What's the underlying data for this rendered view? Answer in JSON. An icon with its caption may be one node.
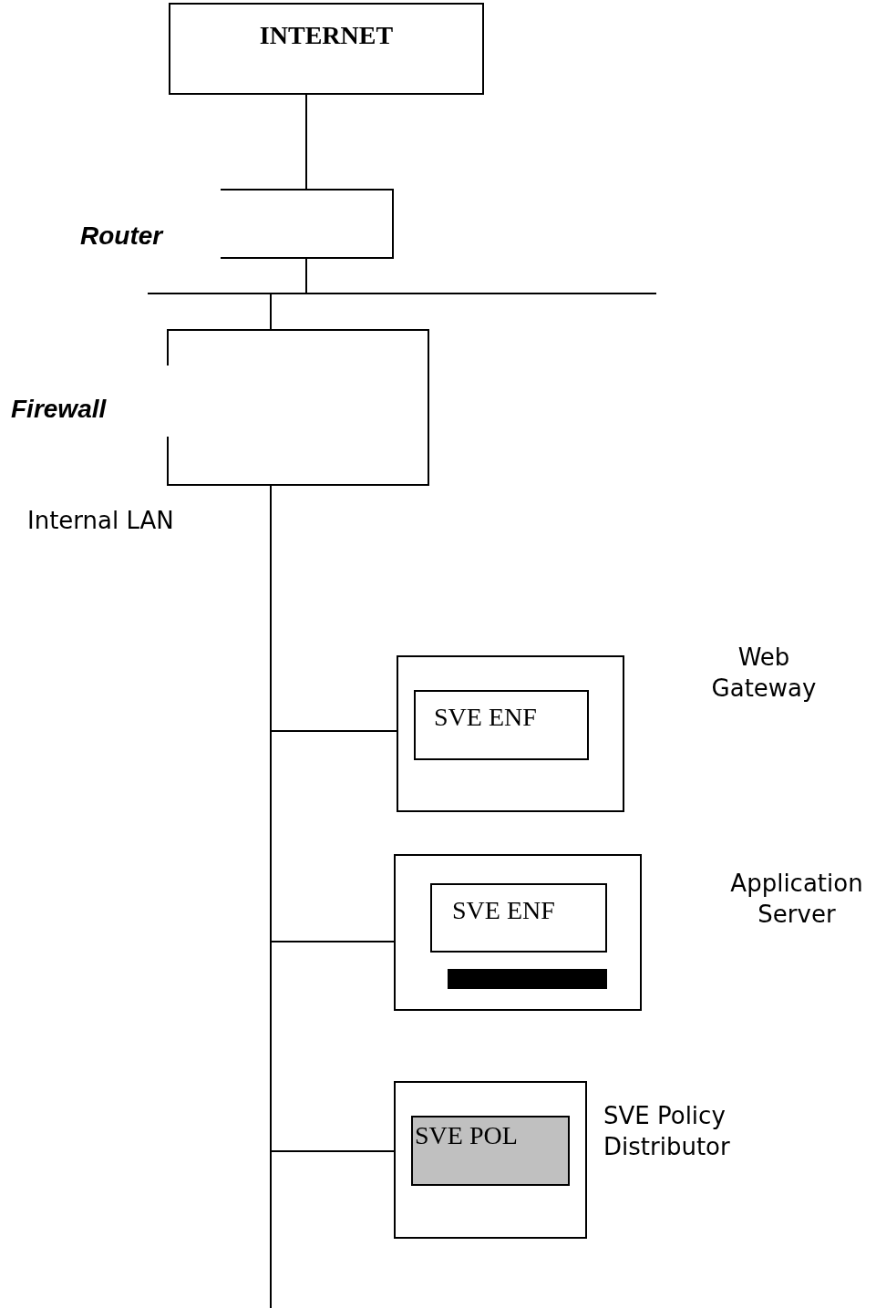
{
  "diagram": {
    "nodes": [
      {
        "text": [
          "INTERNET"
        ]
      },
      {
        "text": [
          "Router"
        ]
      },
      {
        "text": [],
        "shape": "bar"
      },
      {
        "text": [
          "Firewall"
        ]
      },
      {
        "text": [],
        "shape": "bar"
      },
      {
        "text": [
          "Web Gateway"
        ]
      },
      {
        "text": [
          "SVE ENF"
        ],
        "in": 5
      },
      {
        "text": [
          "Application Server"
        ]
      },
      {
        "text": [
          "SVE ENF"
        ],
        "in": 7
      },
      {
        "text": [],
        "shape": "bar",
        "in": 7
      },
      {
        "text": [
          "SVE Policy Distributor"
        ]
      },
      {
        "text": [
          "SVE POL"
        ],
        "in": 10
      }
    ],
    "edges": [
      {
        "from": 0,
        "to": 1,
        "arrow": "none"
      },
      {
        "from": 1,
        "to": 2,
        "arrow": "none"
      },
      {
        "from": 2,
        "to": 3,
        "arrow": "none"
      },
      {
        "from": 3,
        "to": 4,
        "arrow": "none"
      },
      {
        "from": 4,
        "to": 5,
        "arrow": "none"
      },
      {
        "from": 4,
        "to": 7,
        "arrow": "none"
      },
      {
        "from": 4,
        "to": 10,
        "arrow": "none"
      }
    ],
    "labels": [
      "Internal LAN"
    ]
  }
}
